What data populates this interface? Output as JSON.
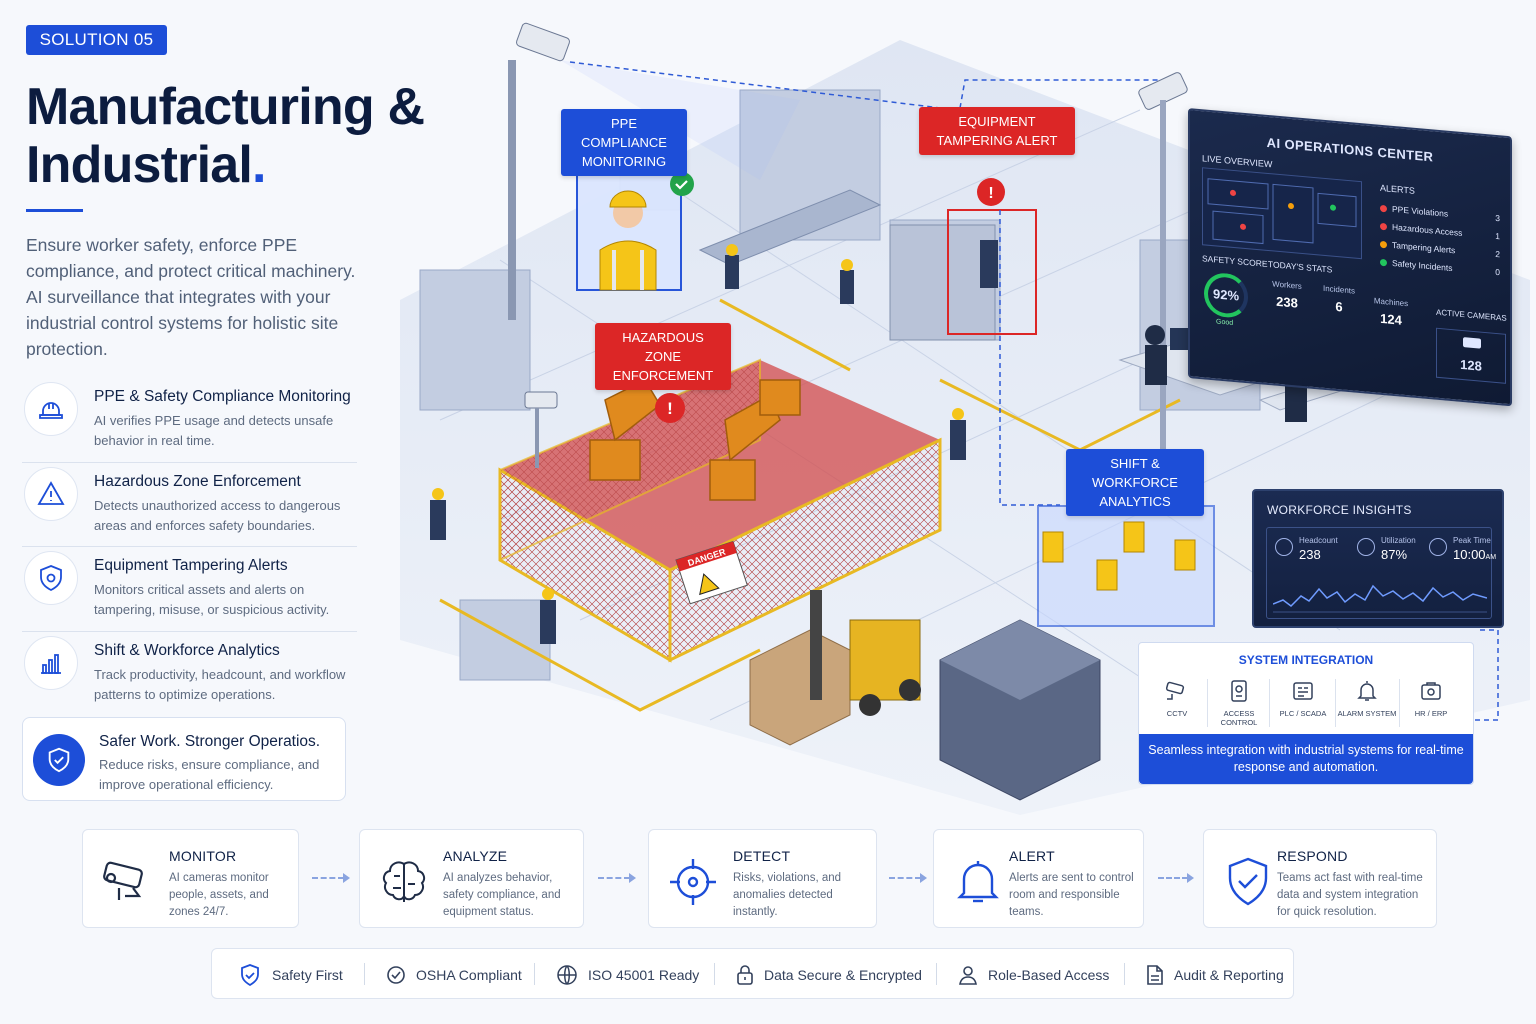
{
  "badge": "SOLUTION 05",
  "title": {
    "line1": "Manufacturing &",
    "line2": "Industrial",
    "dot": "."
  },
  "intro": "Ensure worker safety, enforce PPE compliance, and protect critical machinery. AI surveillance that integrates with your industrial control systems for holistic site protection.",
  "features": [
    {
      "icon": "hard-hat-icon",
      "title": "PPE & Safety Compliance Monitoring",
      "desc": "AI verifies PPE usage and detects unsafe behavior in real time."
    },
    {
      "icon": "warning-triangle-icon",
      "title": "Hazardous Zone Enforcement",
      "desc": "Detects unauthorized access to dangerous areas and enforces safety boundaries."
    },
    {
      "icon": "shield-gear-icon",
      "title": "Equipment Tampering Alerts",
      "desc": "Monitors critical assets and alerts on tampering, misuse, or suspicious activity."
    },
    {
      "icon": "bar-chart-icon",
      "title": "Shift & Workforce Analytics",
      "desc": "Track productivity, headcount, and workflow patterns to optimize operations."
    }
  ],
  "safer": {
    "title": "Safer Work. Stronger Operatios.",
    "desc": "Reduce risks, ensure compliance, and improve operational efficiency."
  },
  "scene_tags": {
    "ppe": "PPE COMPLIANCE MONITORING",
    "tamper": "EQUIPMENT TAMPERING ALERT",
    "hazard": "HAZARDOUS ZONE ENFORCEMENT",
    "shift": "SHIFT & WORKFORCE ANALYTICS",
    "danger_sign": "DANGER"
  },
  "ops": {
    "title": "AI OPERATIONS CENTER",
    "live": "LIVE OVERVIEW",
    "alerts_heading": "ALERTS",
    "alerts": [
      {
        "label": "PPE Violations",
        "count": "3",
        "color": "#ef4444"
      },
      {
        "label": "Hazardous Access",
        "count": "1",
        "color": "#ef4444"
      },
      {
        "label": "Tampering Alerts",
        "count": "2",
        "color": "#f59e0b"
      },
      {
        "label": "Safety Incidents",
        "count": "0",
        "color": "#22c55e"
      }
    ],
    "score_heading": "SAFETY SCORE",
    "score": "92%",
    "score_sub": "Good",
    "stats_heading": "TODAY'S STATS",
    "stats": [
      {
        "label": "Workers",
        "value": "238"
      },
      {
        "label": "Incidents",
        "value": "6"
      },
      {
        "label": "Machines",
        "value": "124"
      }
    ],
    "cameras_heading": "ACTIVE CAMERAS",
    "cameras": "128"
  },
  "workforce": {
    "title": "WORKFORCE INSIGHTS",
    "metrics": [
      {
        "label": "Headcount",
        "value": "238"
      },
      {
        "label": "Utilization",
        "value": "87%"
      },
      {
        "label": "Peak Time",
        "value": "10:00",
        "suffix": "AM"
      }
    ]
  },
  "integration": {
    "title": "SYSTEM INTEGRATION",
    "items": [
      {
        "label": "CCTV",
        "icon": "cctv-icon"
      },
      {
        "label": "ACCESS CONTROL",
        "icon": "access-control-icon"
      },
      {
        "label": "PLC / SCADA",
        "icon": "plc-icon"
      },
      {
        "label": "ALARM SYSTEM",
        "icon": "alarm-bell-icon"
      },
      {
        "label": "HR / ERP",
        "icon": "hr-erp-icon"
      }
    ],
    "footer": "Seamless integration with industrial systems for real-time response and automation."
  },
  "steps": [
    {
      "title": "MONITOR",
      "desc": "AI cameras monitor people, assets, and zones 24/7.",
      "icon": "camera-icon"
    },
    {
      "title": "ANALYZE",
      "desc": "AI analyzes behavior, safety compliance, and equipment status.",
      "icon": "brain-icon"
    },
    {
      "title": "DETECT",
      "desc": "Risks, violations, and anomalies detected instantly.",
      "icon": "target-icon"
    },
    {
      "title": "ALERT",
      "desc": "Alerts are sent to control room and responsible teams.",
      "icon": "bell-icon"
    },
    {
      "title": "RESPOND",
      "desc": "Teams act fast with real-time data and system integration for quick resolution.",
      "icon": "shield-check-icon"
    }
  ],
  "strip": [
    {
      "label": "Safety First",
      "icon": "shield-check-icon"
    },
    {
      "label": "OSHA Compliant",
      "icon": "check-circle-icon"
    },
    {
      "label": "ISO 45001 Ready",
      "icon": "globe-icon"
    },
    {
      "label": "Data Secure & Encrypted",
      "icon": "lock-icon"
    },
    {
      "label": "Role-Based Access",
      "icon": "user-icon"
    },
    {
      "label": "Audit & Reporting",
      "icon": "document-icon"
    }
  ],
  "colors": {
    "accent": "#1d4ed8",
    "alert": "#dc2626",
    "navy": "#0c1c3f"
  }
}
